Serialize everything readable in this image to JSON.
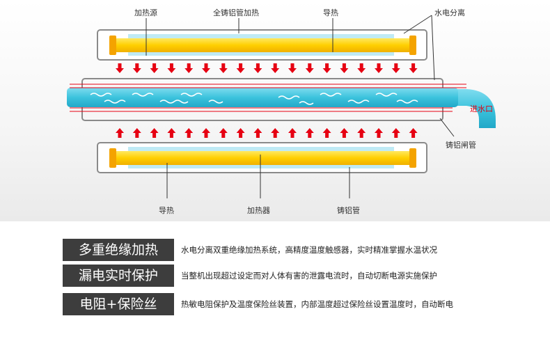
{
  "diagram": {
    "labels": {
      "heat_source": "加热源",
      "cast_aluminum_heating": "全铸铝管加热",
      "heat_conduction_top": "导热",
      "water_electric_separation": "水电分离",
      "water_inlet": "进水口",
      "cast_aluminum_tube_right": "铸铝闸管",
      "heat_conduction_bottom": "导热",
      "heater": "加热器",
      "cast_aluminum_tube_bottom": "铸铝管"
    },
    "colors": {
      "heater_yellow": "#ffd400",
      "heater_orange": "#f4a300",
      "water_blue": "#3cc3dd",
      "glass_blue": "#bfeaf5",
      "arrow_red": "#e60012",
      "frame_gray": "#8a8a8a"
    }
  },
  "features": [
    {
      "title": "多重绝缘加热",
      "desc": "水电分离双重绝缘加热系统，高精度温度触感器，实时精准掌握水温状况"
    },
    {
      "title": "漏电实时保护",
      "desc": "当整机出现超过设定而对人体有害的泄露电流时，自动切断电源实施保护"
    },
    {
      "title": "电阻+保险丝",
      "desc": "热敏电阻保护及温度保险丝装置，内部温度超过保险丝设置温度时，自动断电"
    }
  ]
}
